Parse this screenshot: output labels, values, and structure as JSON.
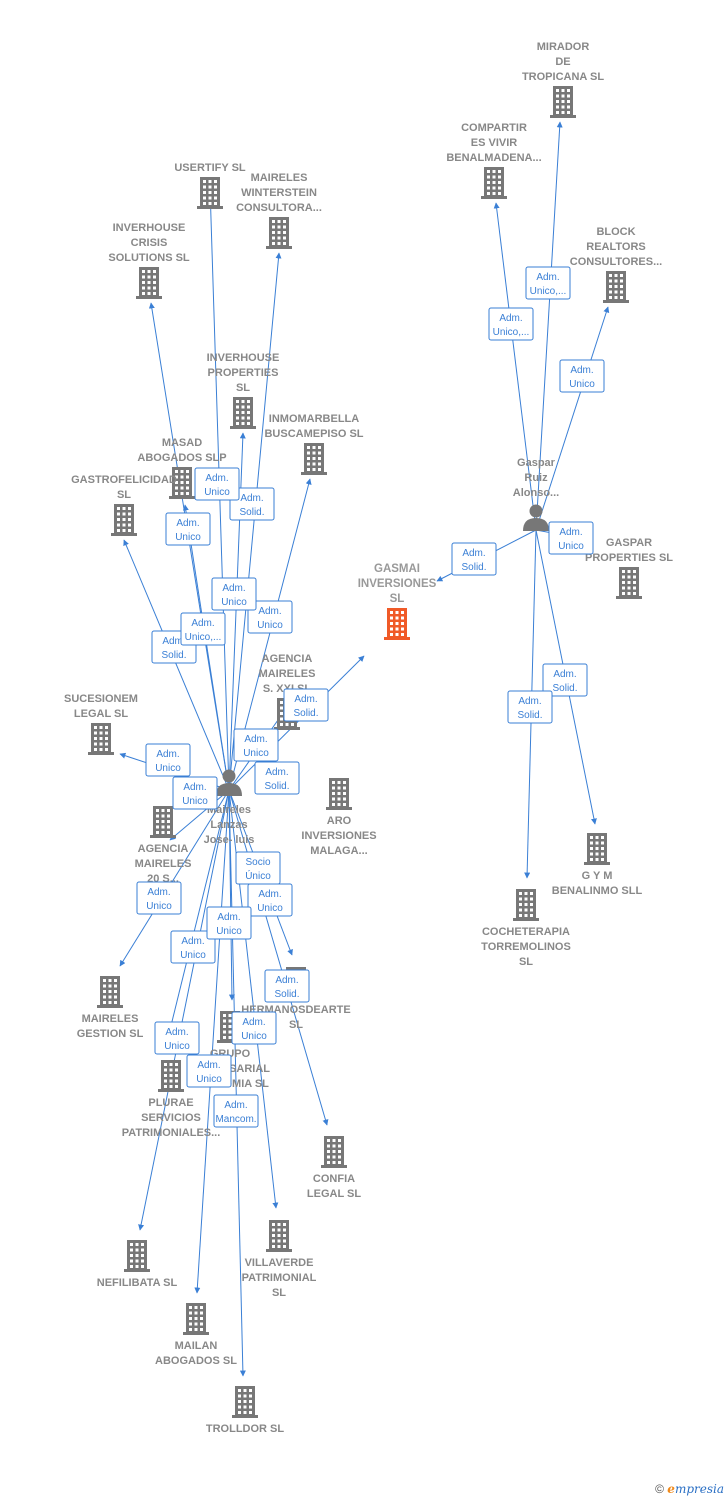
{
  "colors": {
    "company": "#777777",
    "main": "#f05a28",
    "person": "#777777",
    "edge": "#3a7fd5"
  },
  "nodes": [
    {
      "id": "mirador",
      "type": "company",
      "label": [
        "MIRADOR",
        "DE",
        "TROPICANA SL"
      ]
    },
    {
      "id": "compartir",
      "type": "company",
      "label": [
        "COMPARTIR",
        "ES VIVIR",
        "BENALMADENA..."
      ]
    },
    {
      "id": "block",
      "type": "company",
      "label": [
        "BLOCK",
        "REALTORS",
        "CONSULTORES..."
      ]
    },
    {
      "id": "usertify",
      "type": "company",
      "label": [
        "USERTIFY  SL"
      ]
    },
    {
      "id": "maireles_w",
      "type": "company",
      "label": [
        "MAIRELES",
        "WINTERSTEIN",
        "CONSULTORA..."
      ]
    },
    {
      "id": "inverhouse_c",
      "type": "company",
      "label": [
        "INVERHOUSE",
        "CRISIS",
        "SOLUTIONS SL"
      ]
    },
    {
      "id": "inverhouse_p",
      "type": "company",
      "label": [
        "INVERHOUSE",
        "PROPERTIES",
        "SL"
      ]
    },
    {
      "id": "inmomarbella",
      "type": "company",
      "label": [
        "INMOMARBELLA",
        "BUSCAMEPISO SL"
      ]
    },
    {
      "id": "masad",
      "type": "company",
      "label": [
        "MASAD",
        "ABOGADOS SLP"
      ]
    },
    {
      "id": "gastrofelicidad",
      "type": "company",
      "label": [
        "GASTROFELICIDAD",
        "SL"
      ]
    },
    {
      "id": "gaspar_person",
      "type": "person",
      "label": [
        "Gaspar",
        "Ruiz",
        "Alonso..."
      ]
    },
    {
      "id": "gasmai",
      "type": "main",
      "label": [
        "GASMAI",
        "INVERSIONES",
        "SL"
      ]
    },
    {
      "id": "gaspar_prop",
      "type": "company",
      "label": [
        "GASPAR",
        "PROPERTIES SL"
      ]
    },
    {
      "id": "agencia_xxl",
      "type": "company",
      "label": [
        "AGENCIA",
        "MAIRELES",
        "S. XXI SL"
      ]
    },
    {
      "id": "sucesionem",
      "type": "company",
      "label": [
        "SUCESIONEM",
        "LEGAL  SL"
      ]
    },
    {
      "id": "maireles_person",
      "type": "person",
      "label": [
        "Maireles",
        "Lanzas",
        "Jose- luis"
      ]
    },
    {
      "id": "aro",
      "type": "company",
      "label": [
        "ARO",
        "INVERSIONES",
        "MALAGA..."
      ]
    },
    {
      "id": "agencia_20",
      "type": "company",
      "label": [
        "AGENCIA",
        "MAIRELES",
        "20  S..."
      ]
    },
    {
      "id": "gym",
      "type": "company",
      "label": [
        "G Y M",
        "BENALINMO SLL"
      ]
    },
    {
      "id": "cocheterapia",
      "type": "company",
      "label": [
        "COCHETERAPIA",
        "TORREMOLINOS",
        "SL"
      ]
    },
    {
      "id": "maireles_g",
      "type": "company",
      "label": [
        "MAIRELES",
        "GESTION  SL"
      ]
    },
    {
      "id": "hermanos",
      "type": "company",
      "label": [
        "HERMANOSDEARTE",
        "SL"
      ]
    },
    {
      "id": "grupo",
      "type": "company",
      "label": [
        "GRUPO",
        "EMPRESARIAL",
        "BONROMIA  SL"
      ]
    },
    {
      "id": "plurae",
      "type": "company",
      "label": [
        "PLURAE",
        "SERVICIOS",
        "PATRIMONIALES..."
      ]
    },
    {
      "id": "confia",
      "type": "company",
      "label": [
        "CONFIA",
        "LEGAL  SL"
      ]
    },
    {
      "id": "villaverde",
      "type": "company",
      "label": [
        "VILLAVERDE",
        "PATRIMONIAL",
        "SL"
      ]
    },
    {
      "id": "nefilibata",
      "type": "company",
      "label": [
        "NEFILIBATA  SL"
      ]
    },
    {
      "id": "mailan",
      "type": "company",
      "label": [
        "MAILAN",
        "ABOGADOS  SL"
      ]
    },
    {
      "id": "trolldor",
      "type": "company",
      "label": [
        "TROLLDOR  SL"
      ]
    }
  ],
  "edges": [
    {
      "from": "gaspar_person",
      "to": "mirador",
      "label": [
        "Adm.",
        "Unico,..."
      ]
    },
    {
      "from": "gaspar_person",
      "to": "compartir",
      "label": [
        "Adm.",
        "Unico,..."
      ]
    },
    {
      "from": "gaspar_person",
      "to": "block",
      "label": [
        "Adm.",
        "Unico"
      ]
    },
    {
      "from": "gaspar_person",
      "to": "gasmai",
      "label": [
        "Adm.",
        "Solid."
      ]
    },
    {
      "from": "gaspar_person",
      "to": "gaspar_prop",
      "label": [
        "Adm.",
        "Unico"
      ]
    },
    {
      "from": "gaspar_person",
      "to": "gym",
      "label": [
        "Adm.",
        "Solid."
      ]
    },
    {
      "from": "gaspar_person",
      "to": "cocheterapia",
      "label": [
        "Adm.",
        "Solid."
      ]
    },
    {
      "from": "maireles_person",
      "to": "usertify",
      "label": []
    },
    {
      "from": "maireles_person",
      "to": "maireles_w",
      "label": [
        "Adm.",
        "Unico"
      ]
    },
    {
      "from": "maireles_person",
      "to": "inverhouse_c",
      "label": [
        "Adm.",
        "Solid."
      ]
    },
    {
      "from": "maireles_person",
      "to": "inverhouse_p",
      "label": [
        "Adm.",
        "Solid."
      ]
    },
    {
      "from": "maireles_person",
      "to": "inmomarbella",
      "label": [
        "Adm.",
        "Unico"
      ]
    },
    {
      "from": "maireles_person",
      "to": "masad",
      "label": [
        "Adm.",
        "Unico"
      ]
    },
    {
      "from": "maireles_person",
      "to": "gastrofelicidad",
      "label": [
        "Adm.",
        "Unico"
      ]
    },
    {
      "from": "maireles_person",
      "to": "gasmai",
      "label": [
        "Adm.",
        "Solid."
      ]
    },
    {
      "from": "maireles_person",
      "to": "agencia_xxl",
      "label": [
        "Adm.",
        "Unico,..."
      ]
    },
    {
      "from": "maireles_person",
      "to": "sucesionem",
      "label": [
        "Adm.",
        "Unico"
      ]
    },
    {
      "from": "maireles_person",
      "to": "agencia_20",
      "label": [
        "Adm.",
        "Unico"
      ]
    },
    {
      "from": "maireles_person",
      "to": "maireles_g",
      "label": [
        "Adm.",
        "Unico"
      ]
    },
    {
      "from": "maireles_person",
      "to": "hermanos",
      "label": [
        "Adm.",
        "Unico"
      ]
    },
    {
      "from": "maireles_person",
      "to": "grupo",
      "label": [
        "Socio",
        "Único"
      ]
    },
    {
      "from": "maireles_person",
      "to": "plurae",
      "label": [
        "Adm.",
        "Unico"
      ]
    },
    {
      "from": "maireles_person",
      "to": "confia",
      "label": [
        "Adm.",
        "Solid."
      ]
    },
    {
      "from": "maireles_person",
      "to": "villaverde",
      "label": [
        "Adm.",
        "Unico"
      ]
    },
    {
      "from": "maireles_person",
      "to": "nefilibata",
      "label": [
        "Adm.",
        "Unico"
      ]
    },
    {
      "from": "maireles_person",
      "to": "mailan",
      "label": [
        "Adm.",
        "Unico"
      ]
    },
    {
      "from": "maireles_person",
      "to": "trolldor",
      "label": [
        "Adm.",
        "Mancom."
      ]
    }
  ],
  "footer": {
    "copyright": "©",
    "brand_e": "e",
    "brand_rest": "mpresia"
  }
}
